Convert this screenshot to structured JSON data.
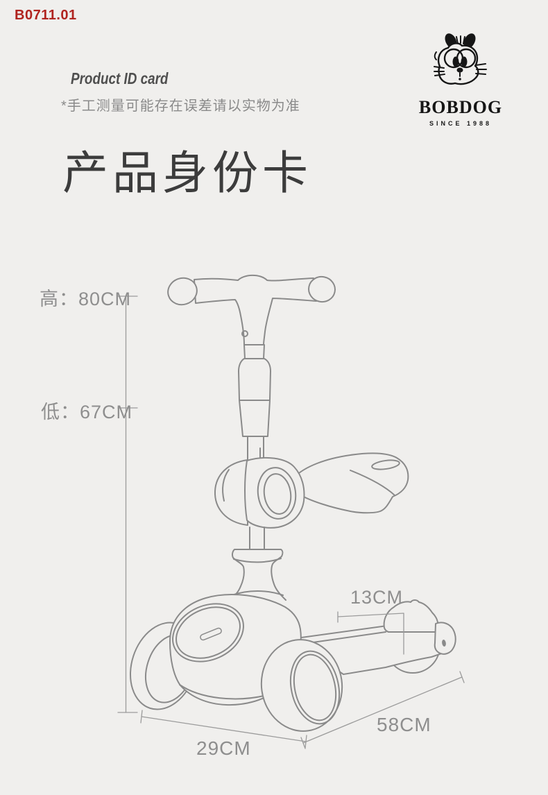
{
  "header": {
    "product_code": "B0711.01",
    "card_label": "Product ID card",
    "note": "*手工测量可能存在误差请以实物为准",
    "title": "产品身份卡"
  },
  "logo": {
    "brand": "BOBDOG",
    "since": "SINCE 1988",
    "icon": "bobdog-face-icon"
  },
  "figure": {
    "type": "dimensioned-line-drawing",
    "subject": "kids three-wheel scooter with seat, three-quarter view",
    "dimensions": {
      "height_high": "高：80CM",
      "height_low": "低：67CM",
      "rear_wheel_offset": "13CM",
      "deck_length": "58CM",
      "deck_width": "29CM"
    },
    "colors": {
      "background": "#f0efed",
      "line": "#8a8a8a",
      "dim_line": "#9b9b9b",
      "dim_text": "#8e8e8e",
      "accent_red": "#b0241f",
      "logo_black": "#161616",
      "title_gray": "#3c3c3c"
    }
  }
}
